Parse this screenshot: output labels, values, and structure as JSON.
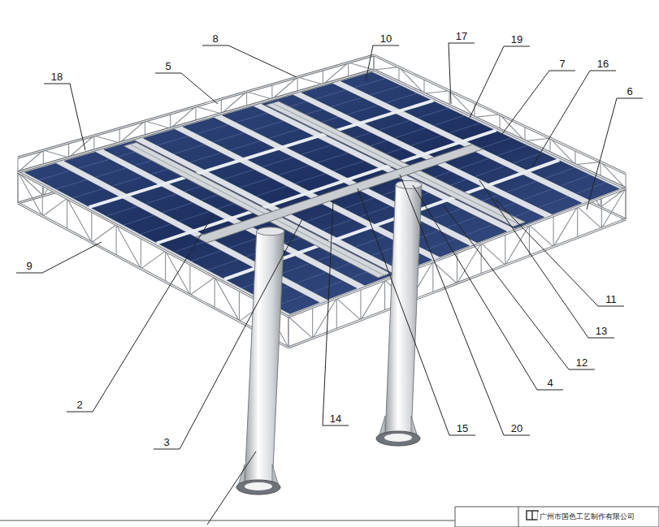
{
  "diagram": {
    "labels": [
      "8",
      "10",
      "17",
      "19",
      "5",
      "7",
      "16",
      "18",
      "6",
      "9",
      "11",
      "13",
      "12",
      "4",
      "2",
      "14",
      "15",
      "20",
      "3",
      "广州市国色工艺制作有限公司"
    ]
  }
}
